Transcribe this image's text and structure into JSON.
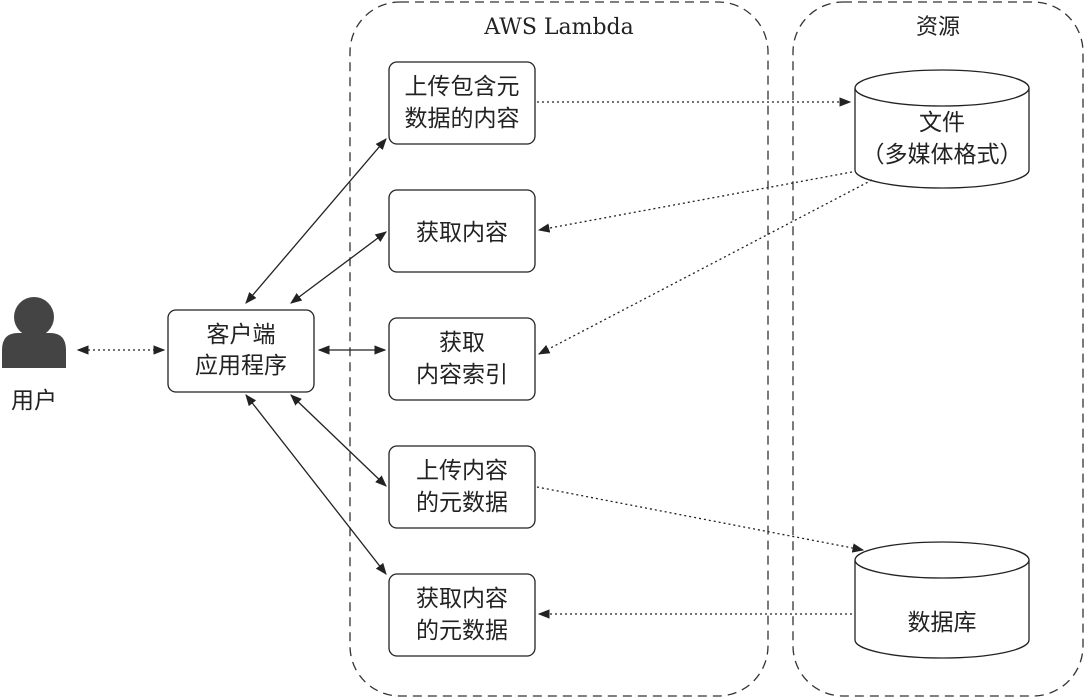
{
  "groups": {
    "lambda_title": "AWS Lambda",
    "resource_title": "资源"
  },
  "user": {
    "label": "用户"
  },
  "client": {
    "line1": "客户端",
    "line2": "应用程序"
  },
  "functions": [
    {
      "line1": "上传包含元",
      "line2": "数据的内容"
    },
    {
      "line1": "获取内容",
      "line2": ""
    },
    {
      "line1": "获取",
      "line2": "内容索引"
    },
    {
      "line1": "上传内容",
      "line2": "的元数据"
    },
    {
      "line1": "获取内容",
      "line2": "的元数据"
    }
  ],
  "resources": {
    "files": {
      "line1": "文件",
      "line2": "（多媒体格式）"
    },
    "database": {
      "label": "数据库"
    }
  }
}
